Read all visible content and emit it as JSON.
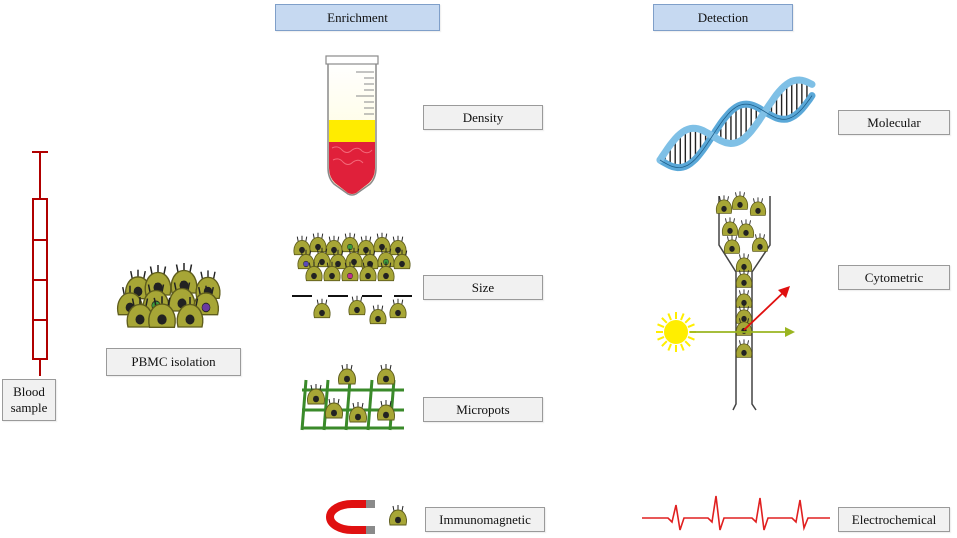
{
  "headers": {
    "enrichment": "Enrichment",
    "detection": "Detection"
  },
  "labels": {
    "blood_sample": "Blood sample",
    "pbmc_isolation": "PBMC isolation",
    "density": "Density",
    "size": "Size",
    "micropots": "Micropots",
    "immunomagnetic": "Immunomagnetic",
    "molecular": "Molecular",
    "cytometric": "Cytometric",
    "electrochemical": "Electrochemical"
  },
  "colors": {
    "header_fill": "#c6d9f1",
    "label_fill": "#f1f1f1",
    "syringe": "#b00000",
    "cell_body": "#a7a636",
    "nucleus": "#222222",
    "plasma": "#ffec00",
    "blood": "#e0203a",
    "mesh": "#3a8a2a",
    "magnet": "#e01010",
    "ecg": "#e02020",
    "light": "#ffee00",
    "dna_blue": "#5aa8d8"
  }
}
